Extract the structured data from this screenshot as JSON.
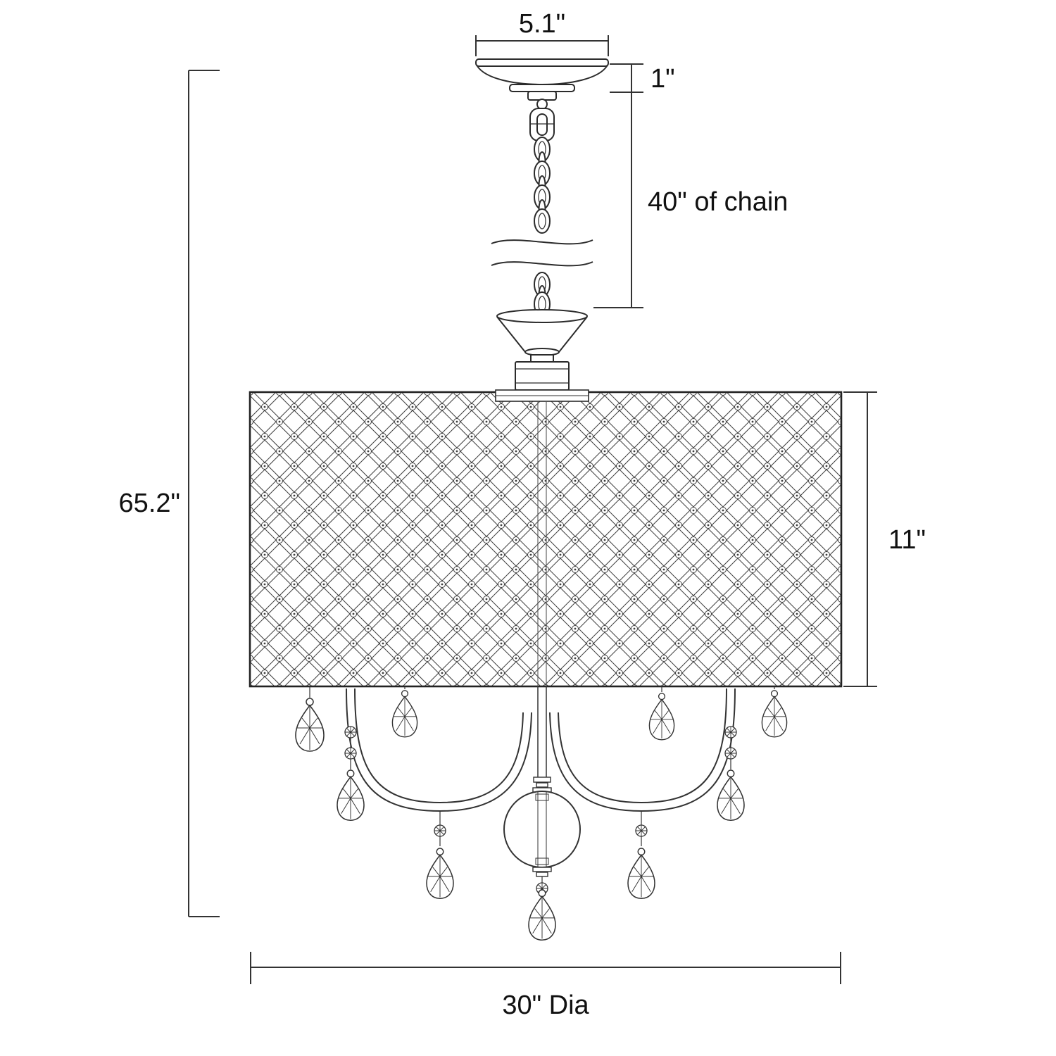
{
  "colors": {
    "ink": "#2b2b2b",
    "background": "#ffffff"
  },
  "labels": {
    "canopy_width": "5.1\"",
    "canopy_height": "1\"",
    "chain_length": "40\" of chain",
    "overall_height": "65.2\"",
    "shade_height": "11\"",
    "fixture_diameter": "30\" Dia"
  }
}
